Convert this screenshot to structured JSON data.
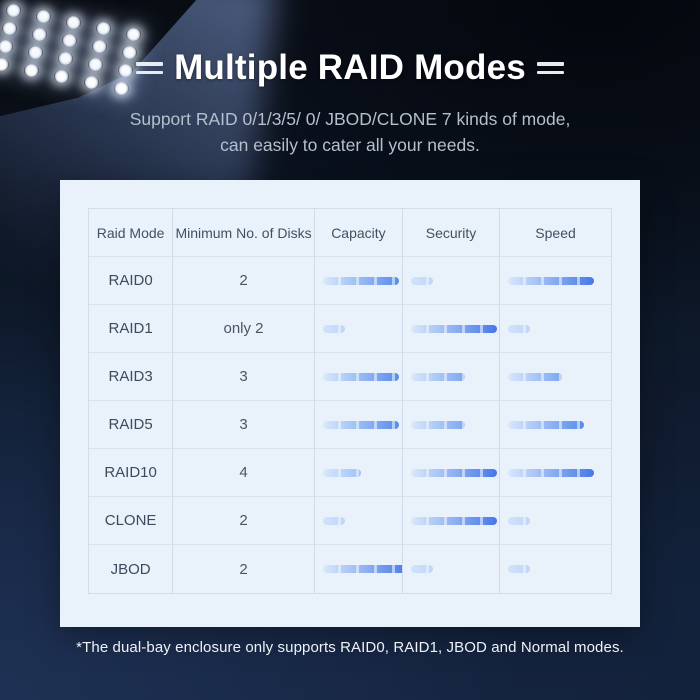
{
  "header": {
    "title": "Multiple RAID Modes",
    "subtitle_line1": "Support RAID 0/1/3/5/ 0/ JBOD/CLONE 7 kinds of mode,",
    "subtitle_line2": "can easily to cater all your needs."
  },
  "footer": {
    "note": "*The dual-bay enclosure only supports RAID0, RAID1, JBOD and Normal modes."
  },
  "colors": {
    "background_top": "#070b12",
    "background_bottom": "#17263f",
    "panel_bg": "#e9f2fa",
    "grid_line": "#d2ddea",
    "header_text": "#415062",
    "cell_text": "#3c4a5e",
    "subtitle_text": "#b5bfcd",
    "title_text": "#ffffff",
    "bar_start": "#d9e8fb",
    "bar_start_short": "#cfe2fa",
    "bar_level_ends": {
      "1": "#bed7f9",
      "2": "#9dc1f6",
      "3": "#7aa6f1",
      "4": "#568bed",
      "5": "#4478e9"
    }
  },
  "chart_data": {
    "type": "table",
    "title": "Multiple RAID Modes",
    "columns": [
      "Raid Mode",
      "Minimum No. of Disks",
      "Capacity",
      "Security",
      "Speed"
    ],
    "rating_columns": [
      "Capacity",
      "Security",
      "Speed"
    ],
    "rating_scale": [
      1,
      5
    ],
    "rows": [
      {
        "raid_mode": "RAID0",
        "min_disks": "2",
        "capacity": 4,
        "security": 1,
        "speed": 5
      },
      {
        "raid_mode": "RAID1",
        "min_disks": "only 2",
        "capacity": 1,
        "security": 5,
        "speed": 1
      },
      {
        "raid_mode": "RAID3",
        "min_disks": "3",
        "capacity": 4,
        "security": 3,
        "speed": 3
      },
      {
        "raid_mode": "RAID5",
        "min_disks": "3",
        "capacity": 4,
        "security": 3,
        "speed": 4
      },
      {
        "raid_mode": "RAID10",
        "min_disks": "4",
        "capacity": 2,
        "security": 5,
        "speed": 5
      },
      {
        "raid_mode": "CLONE",
        "min_disks": "2",
        "capacity": 1,
        "security": 5,
        "speed": 1
      },
      {
        "raid_mode": "JBOD",
        "min_disks": "2",
        "capacity": 5,
        "security": 1,
        "speed": 1
      }
    ]
  }
}
